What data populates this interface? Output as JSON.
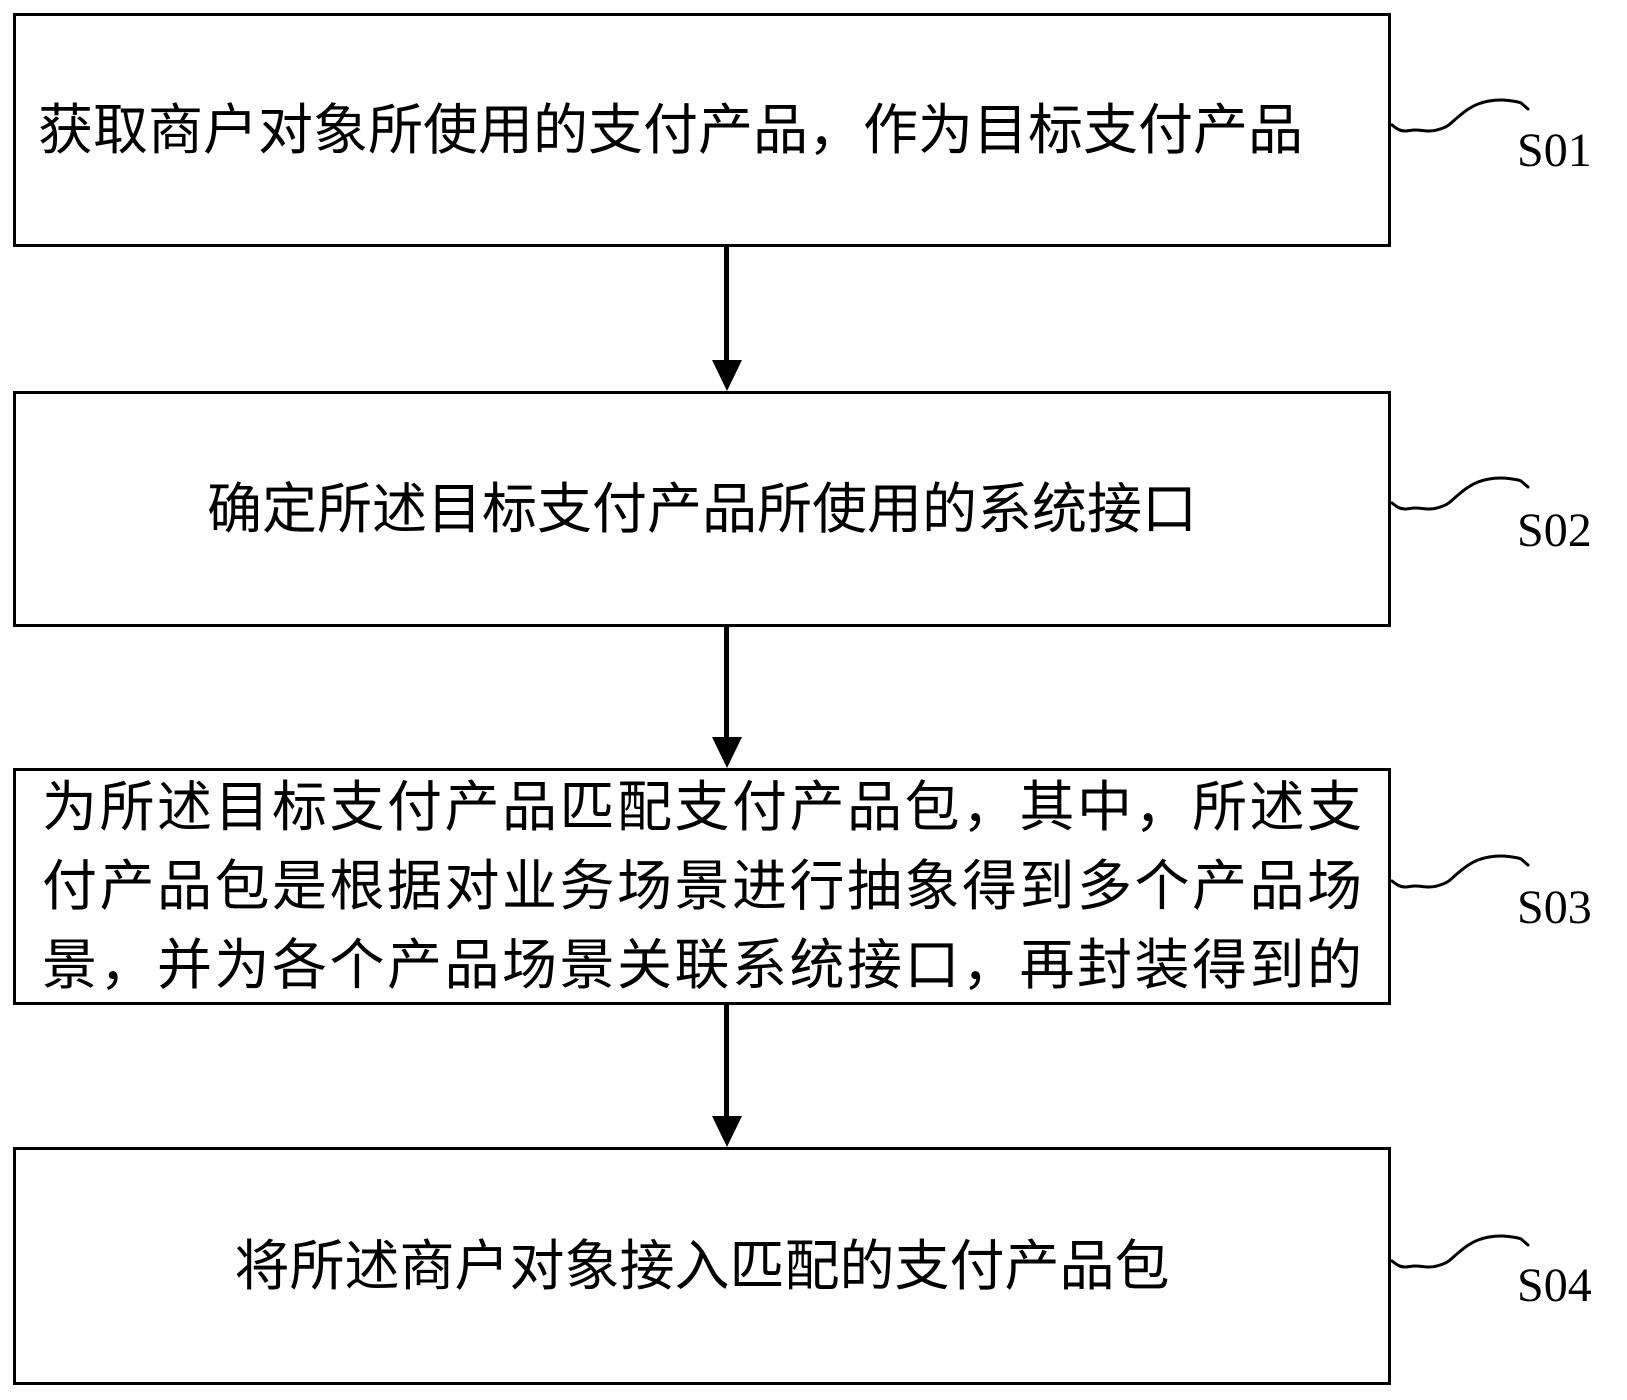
{
  "figure": {
    "background": "#ffffff",
    "line_color": "#000000"
  },
  "steps": [
    {
      "id": "S01",
      "text": "获取商户对象所使用的支付产品，作为目标支付产品"
    },
    {
      "id": "S02",
      "text": "确定所述目标支付产品所使用的系统接口"
    },
    {
      "id": "S03",
      "lines": [
        "为所述目标支付产品匹配支付产品包，其中，所述支",
        "付产品包是根据对业务场景进行抽象得到多个产品场",
        "景，并为各个产品场景关联系统接口，再封装得到的"
      ]
    },
    {
      "id": "S04",
      "text": "将所述商户对象接入匹配的支付产品包"
    }
  ]
}
